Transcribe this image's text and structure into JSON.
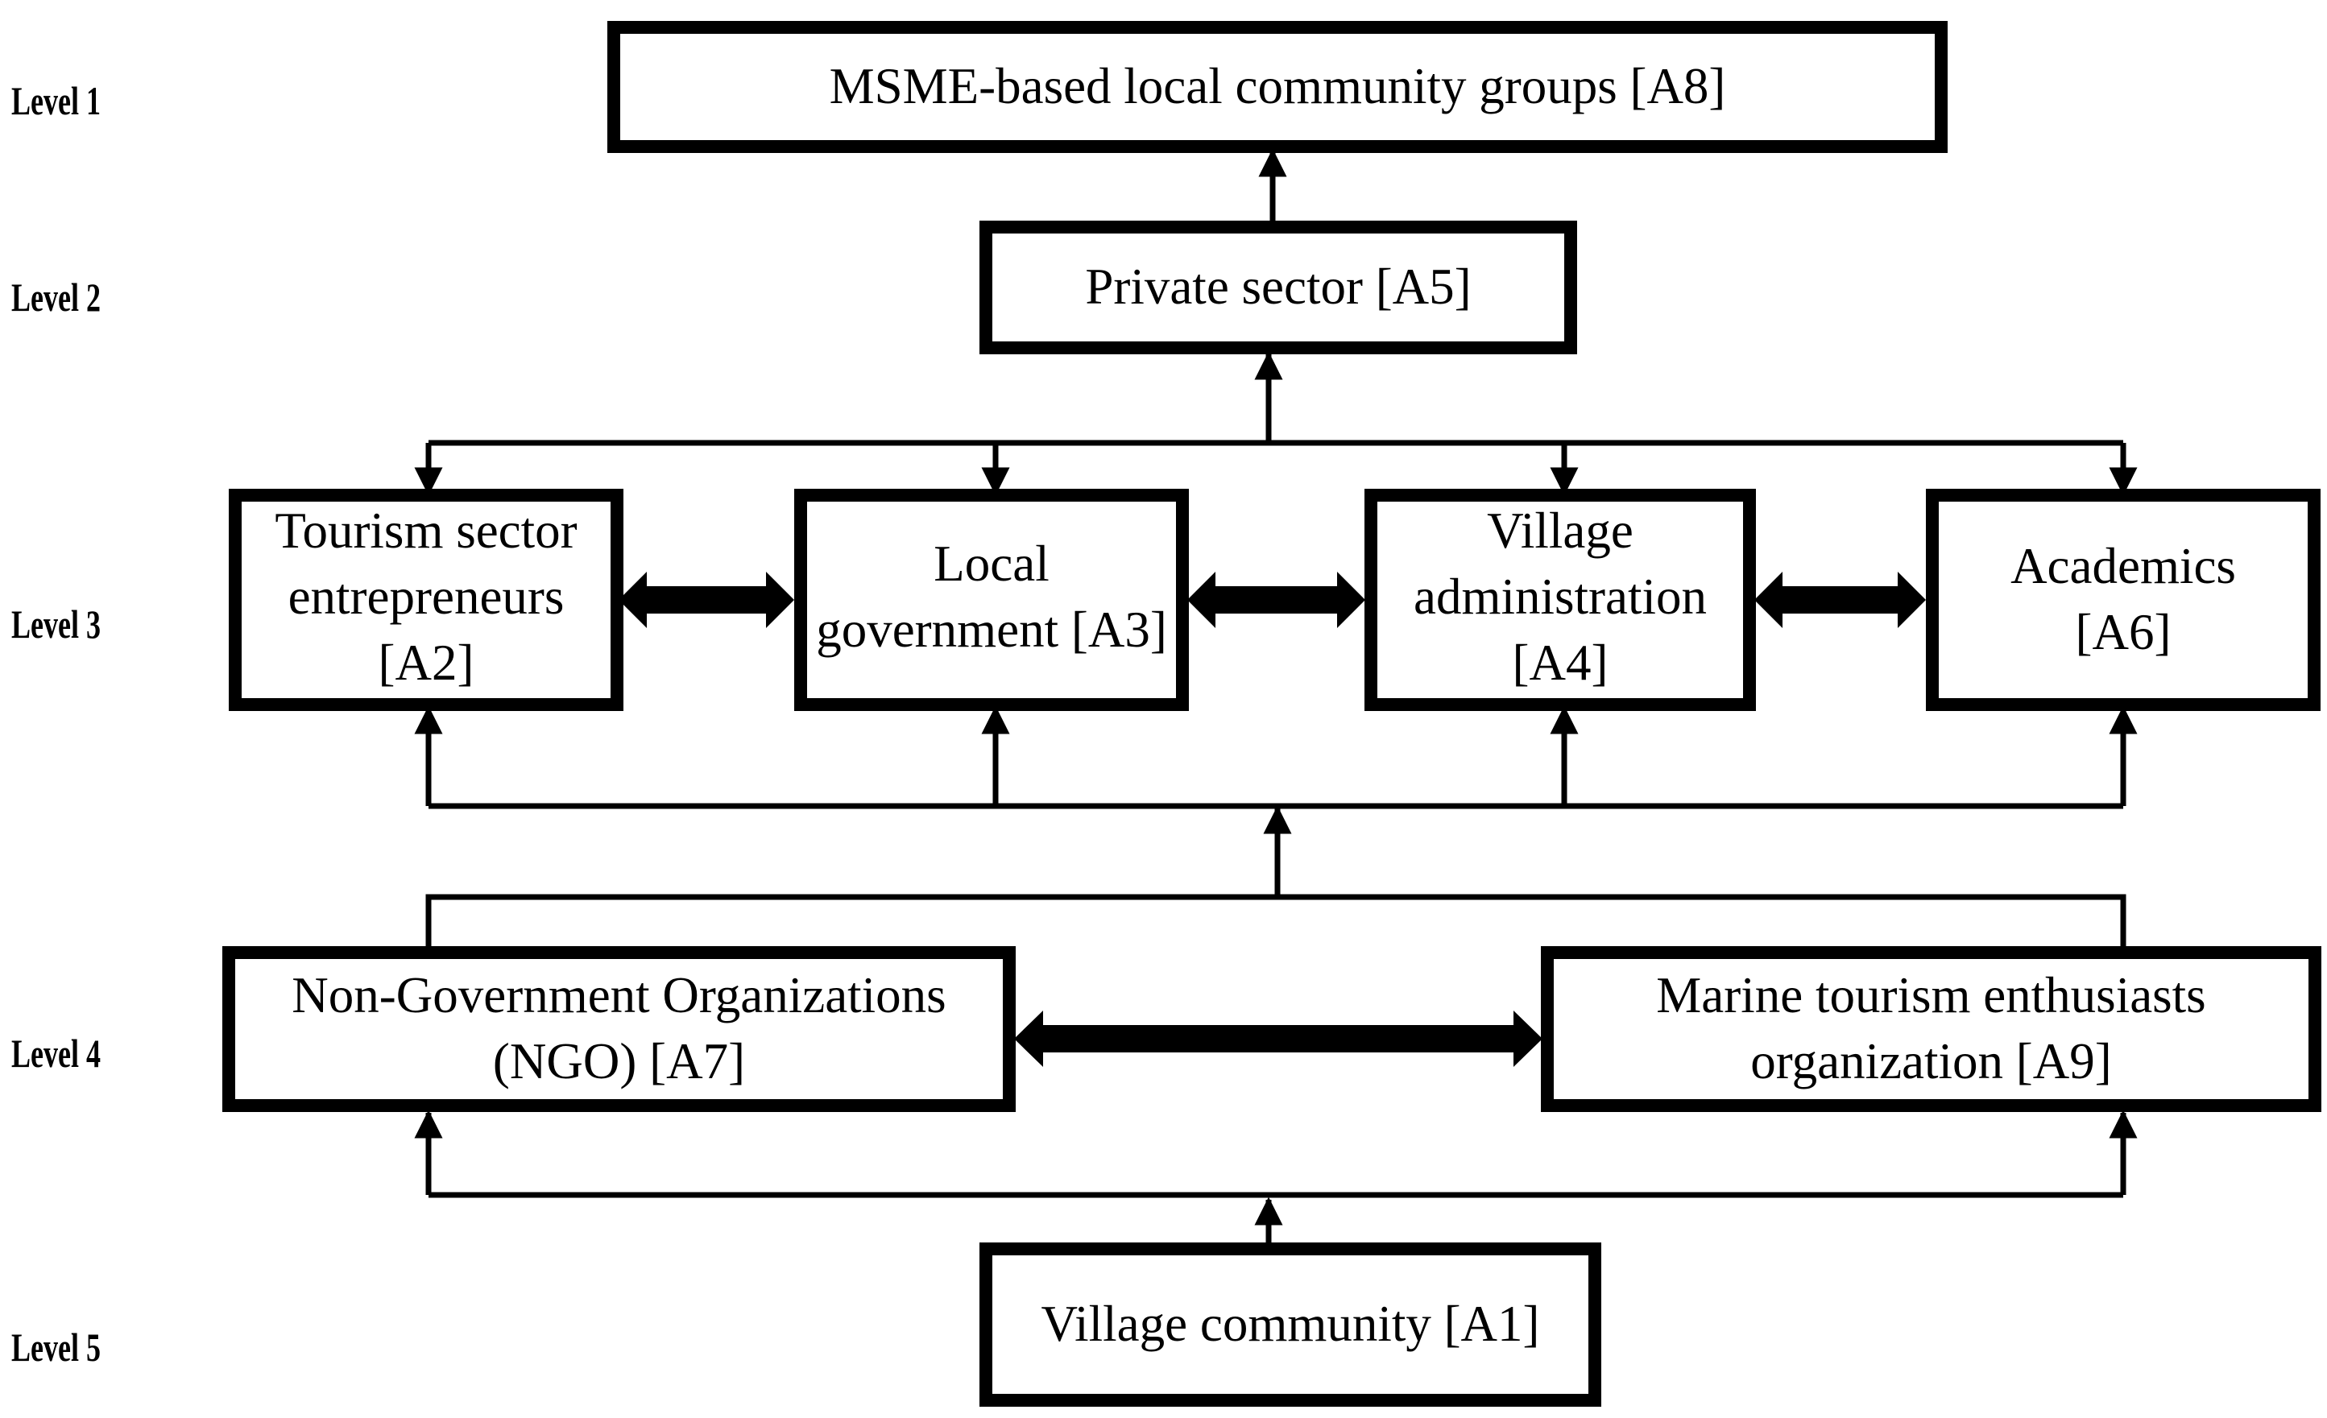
{
  "levels": [
    "Level 1",
    "Level 2",
    "Level 3",
    "Level 4",
    "Level 5"
  ],
  "nodes": {
    "a8": "MSME-based local community groups [A8]",
    "a5": "Private sector [A5]",
    "a2": "Tourism sector entrepreneurs [A2]",
    "a3": "Local government [A3]",
    "a4": "Village administration [A4]",
    "a6": "Academics [A6]",
    "a7": "Non-Government Organizations (NGO) [A7]",
    "a9": "Marine tourism enthusiasts organization [A9]",
    "a1": "Village community [A1]"
  },
  "colors": {
    "stroke": "#000000",
    "background": "#ffffff"
  }
}
